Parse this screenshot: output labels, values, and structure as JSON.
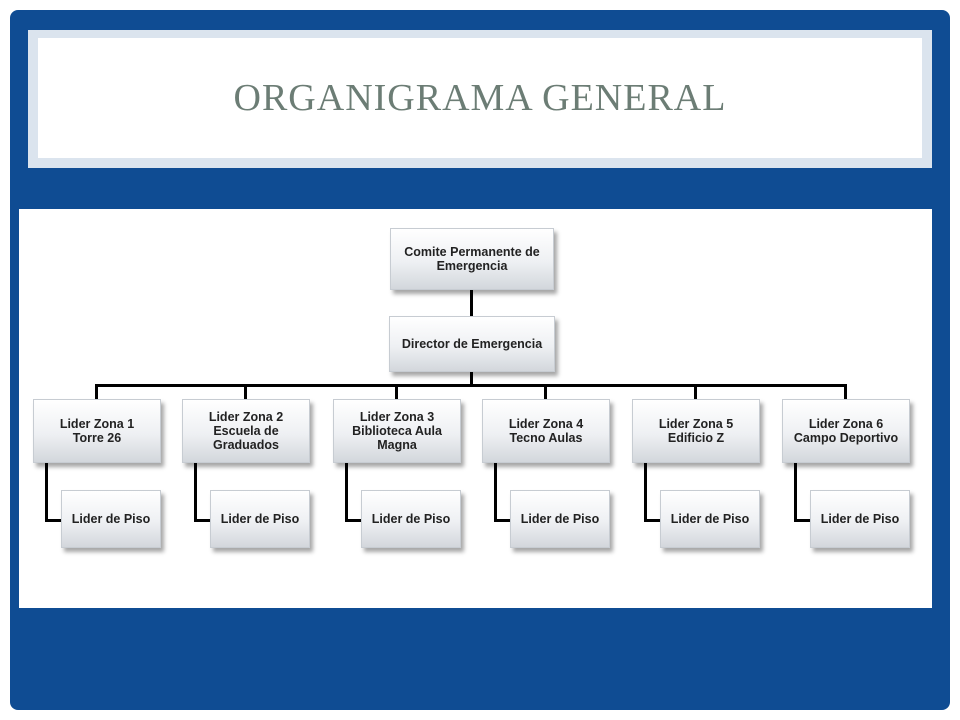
{
  "title": "ORGANIGRAMA GENERAL",
  "colors": {
    "frame": "#0f4c93",
    "title_text": "#6c7d75"
  },
  "org": {
    "top": [
      "Comite Permanente de",
      "Emergencia"
    ],
    "director": [
      "Director de Emergencia"
    ],
    "zones": [
      {
        "lines": [
          "Lider Zona 1",
          "Torre 26"
        ],
        "floor": "Lider de Piso"
      },
      {
        "lines": [
          "Lider Zona  2",
          "Escuela de",
          "Graduados"
        ],
        "floor": "Lider de Piso"
      },
      {
        "lines": [
          "Lider Zona 3",
          "Biblioteca Aula",
          "Magna"
        ],
        "floor": "Lider de Piso"
      },
      {
        "lines": [
          "Lider Zona  4",
          "Tecno Aulas"
        ],
        "floor": "Lider de Piso"
      },
      {
        "lines": [
          "Lider Zona 5",
          "Edificio Z"
        ],
        "floor": "Lider de Piso"
      },
      {
        "lines": [
          "Lider Zona 6",
          "Campo Deportivo"
        ],
        "floor": "Lider de Piso"
      }
    ]
  }
}
